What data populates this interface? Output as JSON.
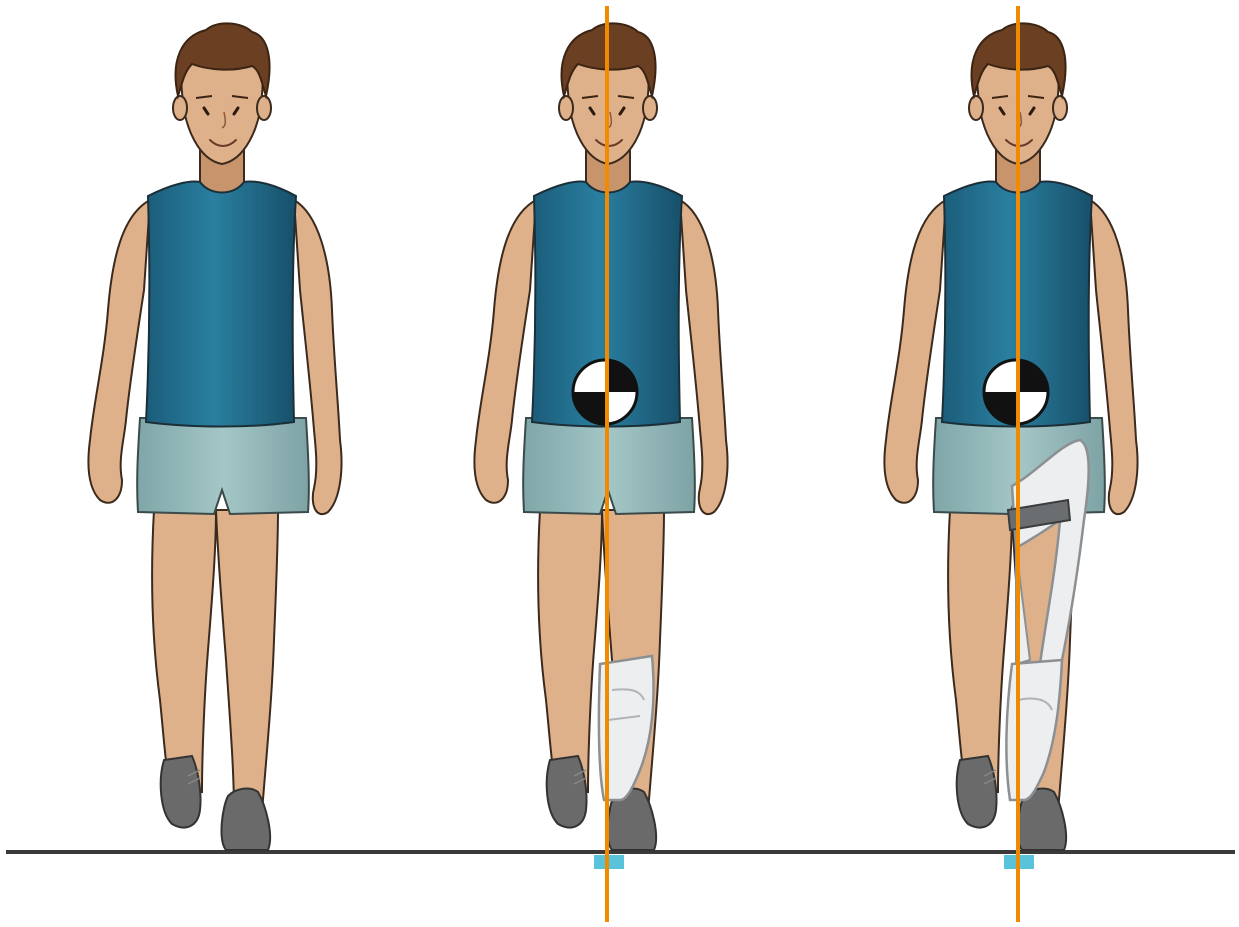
{
  "figures": [
    {
      "id": "figure-plain",
      "orthosis": "none",
      "load_line": false,
      "center_of_mass_marker": false
    },
    {
      "id": "figure-ankle-foot-orthosis",
      "orthosis": "ankle-foot",
      "load_line": true,
      "center_of_mass_marker": true
    },
    {
      "id": "figure-knee-ankle-foot-orthosis",
      "orthosis": "knee-ankle-foot",
      "load_line": true,
      "center_of_mass_marker": true
    }
  ],
  "colors": {
    "background": "#ffffff",
    "skin": "#dfb18a",
    "skin_shade": "#c8946c",
    "hair": "#6b3f22",
    "shirt": "#1f6d8e",
    "shirt_dark": "#174f69",
    "shorts": "#8db3b3",
    "shoe": "#6a6a6a",
    "load_line": "#f08a00",
    "ground": "#3a3a3a",
    "contact_marker": "#59c3dc",
    "orthosis": "#e8eaeb",
    "strap": "#6a6e70"
  }
}
